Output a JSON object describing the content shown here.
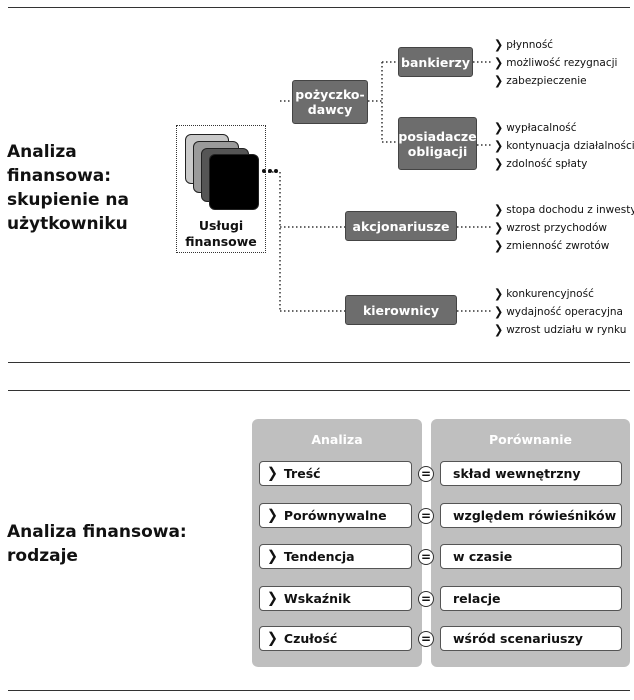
{
  "section1": {
    "title_lines": [
      "Analiza",
      "finansowa:",
      "skupienie na",
      "użytkowniku"
    ],
    "center_label_lines": [
      "Usługi",
      "finansowe"
    ],
    "nodes": {
      "pozyczkodawcy": [
        "pożyczko-",
        "dawcy"
      ],
      "bankierzy": "bankierzy",
      "posiadacze": [
        "posiadacze",
        "obligacji"
      ],
      "akcjonariusze": "akcjonariusze",
      "kierownicy": "kierownicy"
    },
    "bullets": {
      "bankierzy": [
        "płynność",
        "możliwość rezygnacji",
        "zabezpieczenie"
      ],
      "posiadacze": [
        "wypłacalność",
        "kontynuacja działalności",
        "zdolność spłaty"
      ],
      "akcjonariusze": [
        "stopa dochodu z inwestycji",
        "wzrost przychodów",
        "zmienność zwrotów"
      ],
      "kierownicy": [
        "konkurencyjność",
        "wydajność operacyjna",
        "wzrost udziału w rynku"
      ]
    }
  },
  "section2": {
    "title_lines": [
      "Analiza finansowa:",
      "rodzaje"
    ],
    "left_header": "Analiza",
    "right_header": "Porównanie",
    "rows": [
      {
        "left": "Treść",
        "right": "skład wewnętrzny"
      },
      {
        "left": "Porównywalne",
        "right": "względem rówieśników"
      },
      {
        "left": "Tendencja",
        "right": "w czasie"
      },
      {
        "left": "Wskaźnik",
        "right": "relacje"
      },
      {
        "left": "Czułość",
        "right": "wśród scenariuszy"
      }
    ],
    "equals_symbol": "="
  },
  "icons": {
    "bullet": "chevron-right-icon"
  },
  "colors": {
    "node": "#6d6d6d",
    "panel": "#bfbfbf",
    "rule": "#333333"
  }
}
